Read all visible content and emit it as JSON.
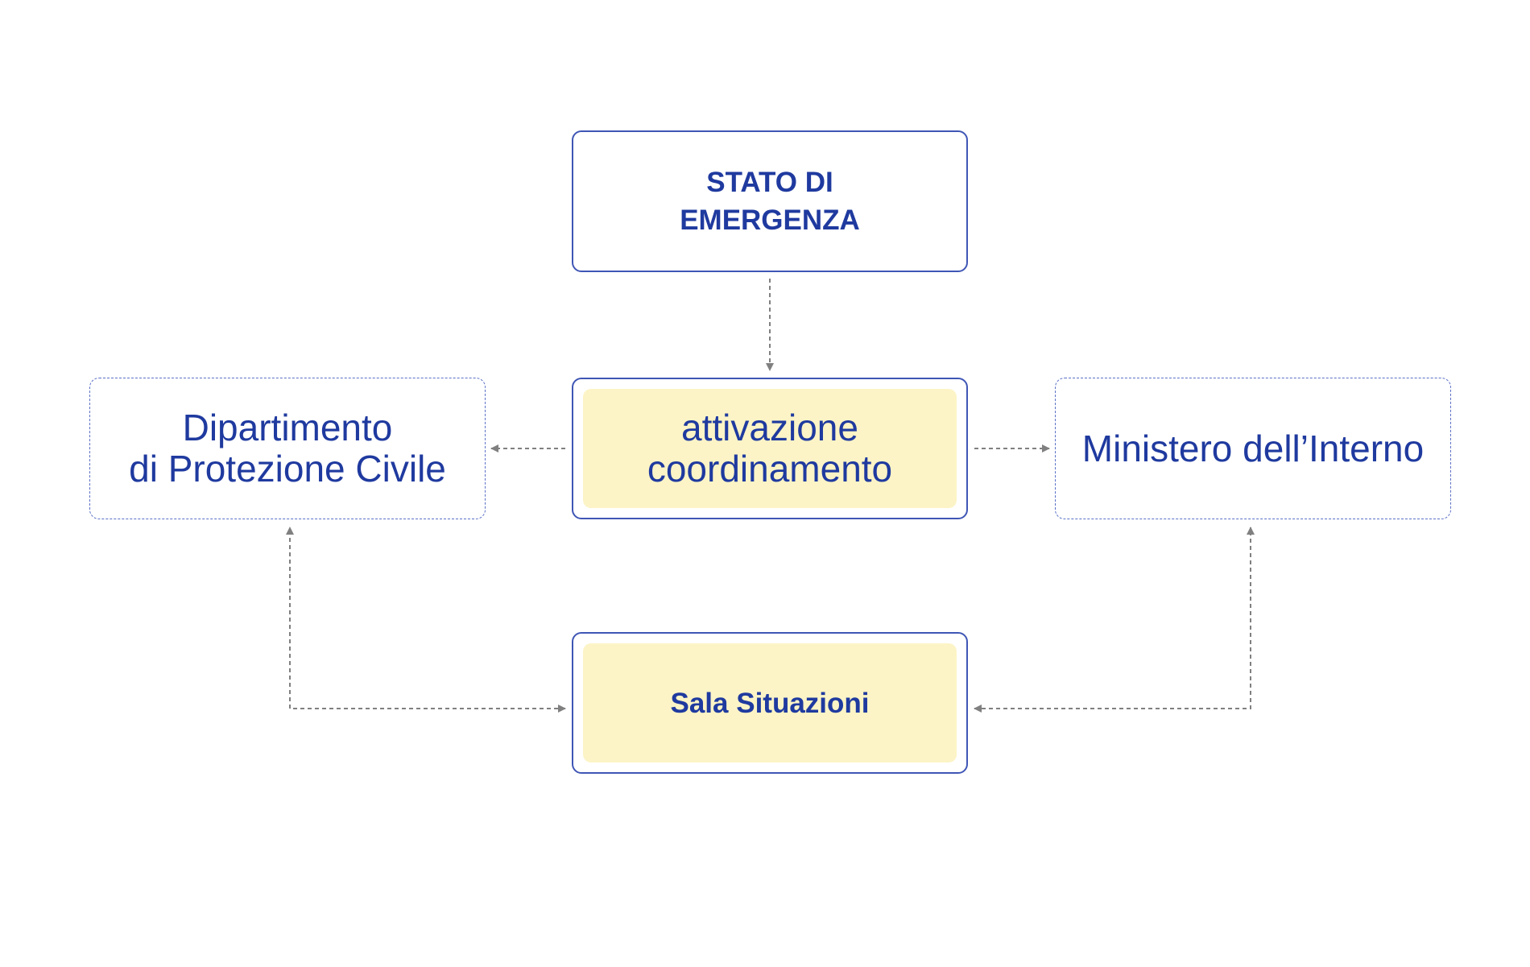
{
  "colors": {
    "box_border": "#3f56b5",
    "text": "#1f3a9f",
    "highlight_fill": "#fcf4c6",
    "connector": "#808080"
  },
  "nodes": {
    "stato": {
      "label": "STATO DI\nEMERGENZA"
    },
    "attivazione": {
      "label": "attivazione\ncoordinamento"
    },
    "sala": {
      "label": "Sala Situazioni"
    },
    "dipartimento": {
      "label": "Dipartimento\ndi Protezione Civile"
    },
    "ministero": {
      "label": "Ministero dell’Interno"
    }
  },
  "edges": [
    {
      "from": "stato",
      "to": "attivazione",
      "style": "dashed",
      "arrowheads": "end"
    },
    {
      "from": "attivazione",
      "to": "dipartimento",
      "style": "dashed",
      "arrowheads": "end"
    },
    {
      "from": "attivazione",
      "to": "ministero",
      "style": "dashed",
      "arrowheads": "end"
    },
    {
      "from": "sala",
      "to": "dipartimento",
      "style": "dashed",
      "arrowheads": "both"
    },
    {
      "from": "sala",
      "to": "ministero",
      "style": "dashed",
      "arrowheads": "both"
    }
  ]
}
